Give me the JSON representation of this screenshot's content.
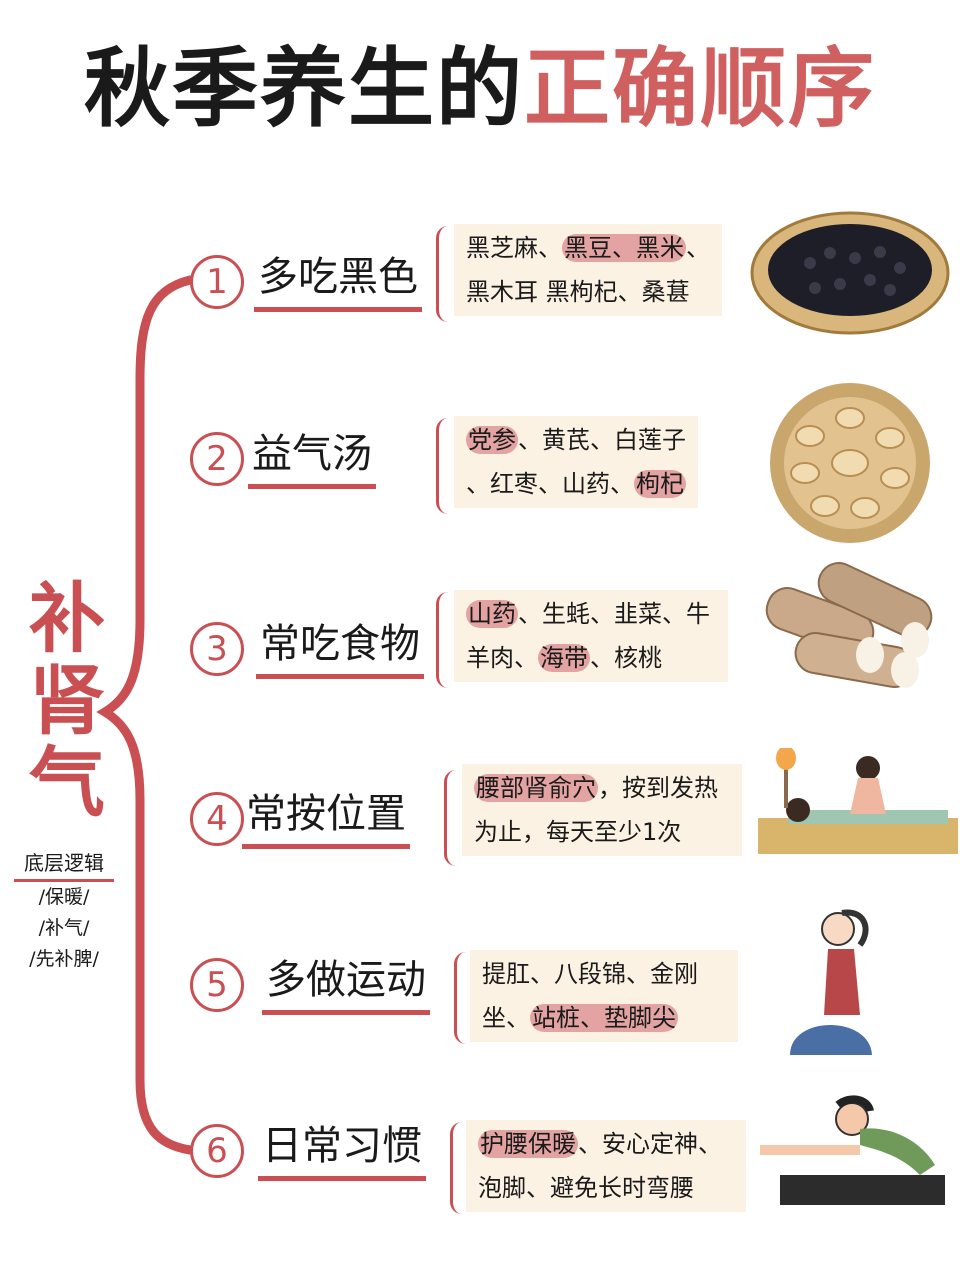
{
  "title": {
    "part1": "秋季养生的",
    "part2": "正确顺序"
  },
  "main_label": [
    "补",
    "肾",
    "气"
  ],
  "logic": [
    "底层逻辑",
    "/保暖/",
    "/补气/",
    "/先补脾/"
  ],
  "branches": [
    {
      "num": "1",
      "title": "多吃黑色",
      "line1": {
        "a": "黑芝麻、",
        "b": "黑豆、黑米",
        "c": "、"
      },
      "line2": {
        "a": "黑木耳 黑枸杞、桑葚"
      },
      "image": "black-beans-basket-icon"
    },
    {
      "num": "2",
      "title": "益气汤",
      "line1": {
        "b": "党参",
        "c": "、黄芪、白莲子"
      },
      "line2": {
        "a": "、红枣、山药、",
        "b": "枸杞"
      },
      "image": "dried-herb-slices-plate-icon"
    },
    {
      "num": "3",
      "title": "常吃食物",
      "line1": {
        "b": "山药",
        "c": "、生蚝、韭菜、牛"
      },
      "line2": {
        "a": "羊肉、",
        "b": "海带",
        "c": "、核桃"
      },
      "image": "yam-roots-icon"
    },
    {
      "num": "4",
      "title": "常按位置",
      "line1": {
        "b": "腰部肾俞穴",
        "c": "，按到发热"
      },
      "line2": {
        "a": "为止，每天至少1次"
      },
      "image": "massage-scene-icon"
    },
    {
      "num": "5",
      "title": "多做运动",
      "line1": {
        "a": "提肛、八段锦、金刚"
      },
      "line2": {
        "a": "坐、",
        "b": "站桩、垫脚尖"
      },
      "image": "kneeling-woman-icon"
    },
    {
      "num": "6",
      "title": "日常习惯",
      "line1": {
        "b": "护腰保暖",
        "c": "、安心定神、"
      },
      "line2": {
        "a": "泡脚、避免长时弯腰"
      },
      "image": "stretching-woman-icon"
    }
  ],
  "colors": {
    "accent": "#c94f52",
    "highlight": "#e4a3a3",
    "box_bg": "#fcf2e4"
  }
}
